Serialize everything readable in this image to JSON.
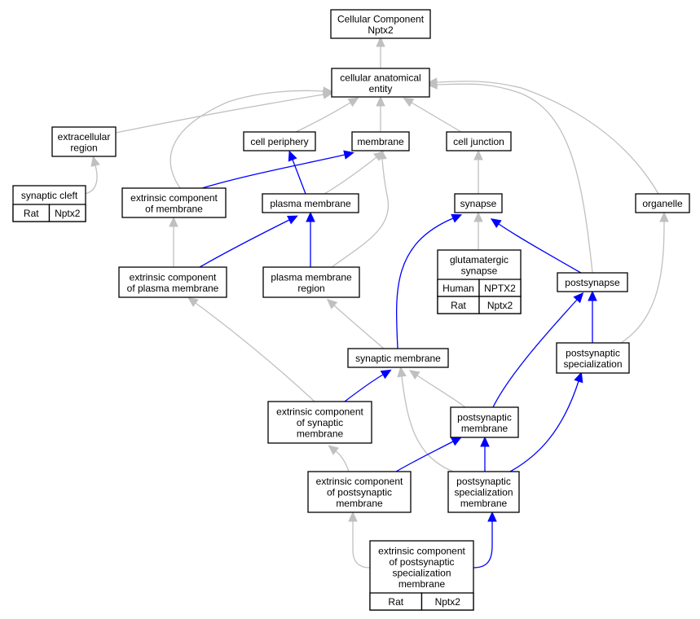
{
  "diagram_title": "Cellular Component Nptx2",
  "colors": {
    "direct_edge": "#0000ff",
    "inferred_edge": "#c0c0c0",
    "human_fill": "#ff5a40",
    "rat_fill": "#ffd700",
    "node_fill": "#ffffff",
    "node_stroke": "#000000"
  },
  "nodes": [
    {
      "id": "root",
      "lines": [
        "Cellular Component",
        "Nptx2"
      ]
    },
    {
      "id": "cae",
      "lines": [
        "cellular anatomical",
        "entity"
      ]
    },
    {
      "id": "extracellular",
      "lines": [
        "extracellular",
        "region"
      ]
    },
    {
      "id": "cellperiphery",
      "lines": [
        "cell periphery"
      ]
    },
    {
      "id": "membrane",
      "lines": [
        "membrane"
      ]
    },
    {
      "id": "celljunction",
      "lines": [
        "cell junction"
      ]
    },
    {
      "id": "synapticcleft",
      "lines": [
        "synaptic cleft"
      ],
      "annotations": [
        {
          "species": "Rat",
          "gene": "Nptx2",
          "color": "#ffd700"
        }
      ]
    },
    {
      "id": "extrmem",
      "lines": [
        "extrinsic component",
        "of membrane"
      ]
    },
    {
      "id": "plasmamem",
      "lines": [
        "plasma membrane"
      ]
    },
    {
      "id": "synapse",
      "lines": [
        "synapse"
      ]
    },
    {
      "id": "organelle",
      "lines": [
        "organelle"
      ]
    },
    {
      "id": "extrplasma",
      "lines": [
        "extrinsic component",
        "of plasma membrane"
      ]
    },
    {
      "id": "pmregion",
      "lines": [
        "plasma membrane",
        "region"
      ]
    },
    {
      "id": "glutsyn",
      "lines": [
        "glutamatergic",
        "synapse"
      ],
      "annotations": [
        {
          "species": "Human",
          "gene": "NPTX2",
          "color": "#ff5a40"
        },
        {
          "species": "Rat",
          "gene": "Nptx2",
          "color": "#ffd700"
        }
      ]
    },
    {
      "id": "postsynapse",
      "lines": [
        "postsynapse"
      ]
    },
    {
      "id": "synmem",
      "lines": [
        "synaptic membrane"
      ]
    },
    {
      "id": "pss",
      "lines": [
        "postsynaptic",
        "specialization"
      ]
    },
    {
      "id": "extrsyn",
      "lines": [
        "extrinsic component",
        "of synaptic",
        "membrane"
      ]
    },
    {
      "id": "psmem",
      "lines": [
        "postsynaptic",
        "membrane"
      ]
    },
    {
      "id": "extrps",
      "lines": [
        "extrinsic component",
        "of postsynaptic",
        "membrane"
      ]
    },
    {
      "id": "pssmem",
      "lines": [
        "postsynaptic",
        "specialization",
        "membrane"
      ]
    },
    {
      "id": "extrpss",
      "lines": [
        "extrinsic component",
        "of postsynaptic",
        "specialization",
        "membrane"
      ],
      "annotations": [
        {
          "species": "Rat",
          "gene": "Nptx2",
          "color": "#ffd700"
        }
      ]
    }
  ],
  "edges": [
    {
      "from": "cae",
      "to": "root",
      "type": "inferred"
    },
    {
      "from": "extracellular",
      "to": "cae",
      "type": "inferred"
    },
    {
      "from": "cellperiphery",
      "to": "cae",
      "type": "inferred"
    },
    {
      "from": "membrane",
      "to": "cae",
      "type": "inferred"
    },
    {
      "from": "celljunction",
      "to": "cae",
      "type": "inferred"
    },
    {
      "from": "extrmem",
      "to": "cae",
      "type": "inferred"
    },
    {
      "from": "postsynapse",
      "to": "cae",
      "type": "inferred"
    },
    {
      "from": "organelle",
      "to": "cae",
      "type": "inferred"
    },
    {
      "from": "synapticcleft",
      "to": "extracellular",
      "type": "inferred"
    },
    {
      "from": "extrmem",
      "to": "membrane",
      "type": "direct"
    },
    {
      "from": "plasmamem",
      "to": "cellperiphery",
      "type": "direct"
    },
    {
      "from": "plasmamem",
      "to": "membrane",
      "type": "inferred"
    },
    {
      "from": "pmregion",
      "to": "membrane",
      "type": "inferred"
    },
    {
      "from": "synapse",
      "to": "celljunction",
      "type": "inferred"
    },
    {
      "from": "extrplasma",
      "to": "extrmem",
      "type": "inferred"
    },
    {
      "from": "extrplasma",
      "to": "plasmamem",
      "type": "direct"
    },
    {
      "from": "pmregion",
      "to": "plasmamem",
      "type": "direct"
    },
    {
      "from": "glutsyn",
      "to": "synapse",
      "type": "inferred"
    },
    {
      "from": "postsynapse",
      "to": "synapse",
      "type": "direct"
    },
    {
      "from": "synmem",
      "to": "synapse",
      "type": "direct"
    },
    {
      "from": "pss",
      "to": "postsynapse",
      "type": "direct"
    },
    {
      "from": "pss",
      "to": "organelle",
      "type": "inferred"
    },
    {
      "from": "synmem",
      "to": "pmregion",
      "type": "inferred"
    },
    {
      "from": "extrsyn",
      "to": "extrplasma",
      "type": "inferred"
    },
    {
      "from": "extrsyn",
      "to": "synmem",
      "type": "direct"
    },
    {
      "from": "psmem",
      "to": "synmem",
      "type": "inferred"
    },
    {
      "from": "pssmem",
      "to": "synmem",
      "type": "inferred"
    },
    {
      "from": "psmem",
      "to": "postsynapse",
      "type": "direct"
    },
    {
      "from": "pssmem",
      "to": "pss",
      "type": "direct"
    },
    {
      "from": "extrps",
      "to": "extrsyn",
      "type": "inferred"
    },
    {
      "from": "extrps",
      "to": "psmem",
      "type": "direct"
    },
    {
      "from": "pssmem",
      "to": "psmem",
      "type": "direct"
    },
    {
      "from": "extrpss",
      "to": "extrps",
      "type": "inferred"
    },
    {
      "from": "extrpss",
      "to": "pssmem",
      "type": "direct"
    }
  ]
}
